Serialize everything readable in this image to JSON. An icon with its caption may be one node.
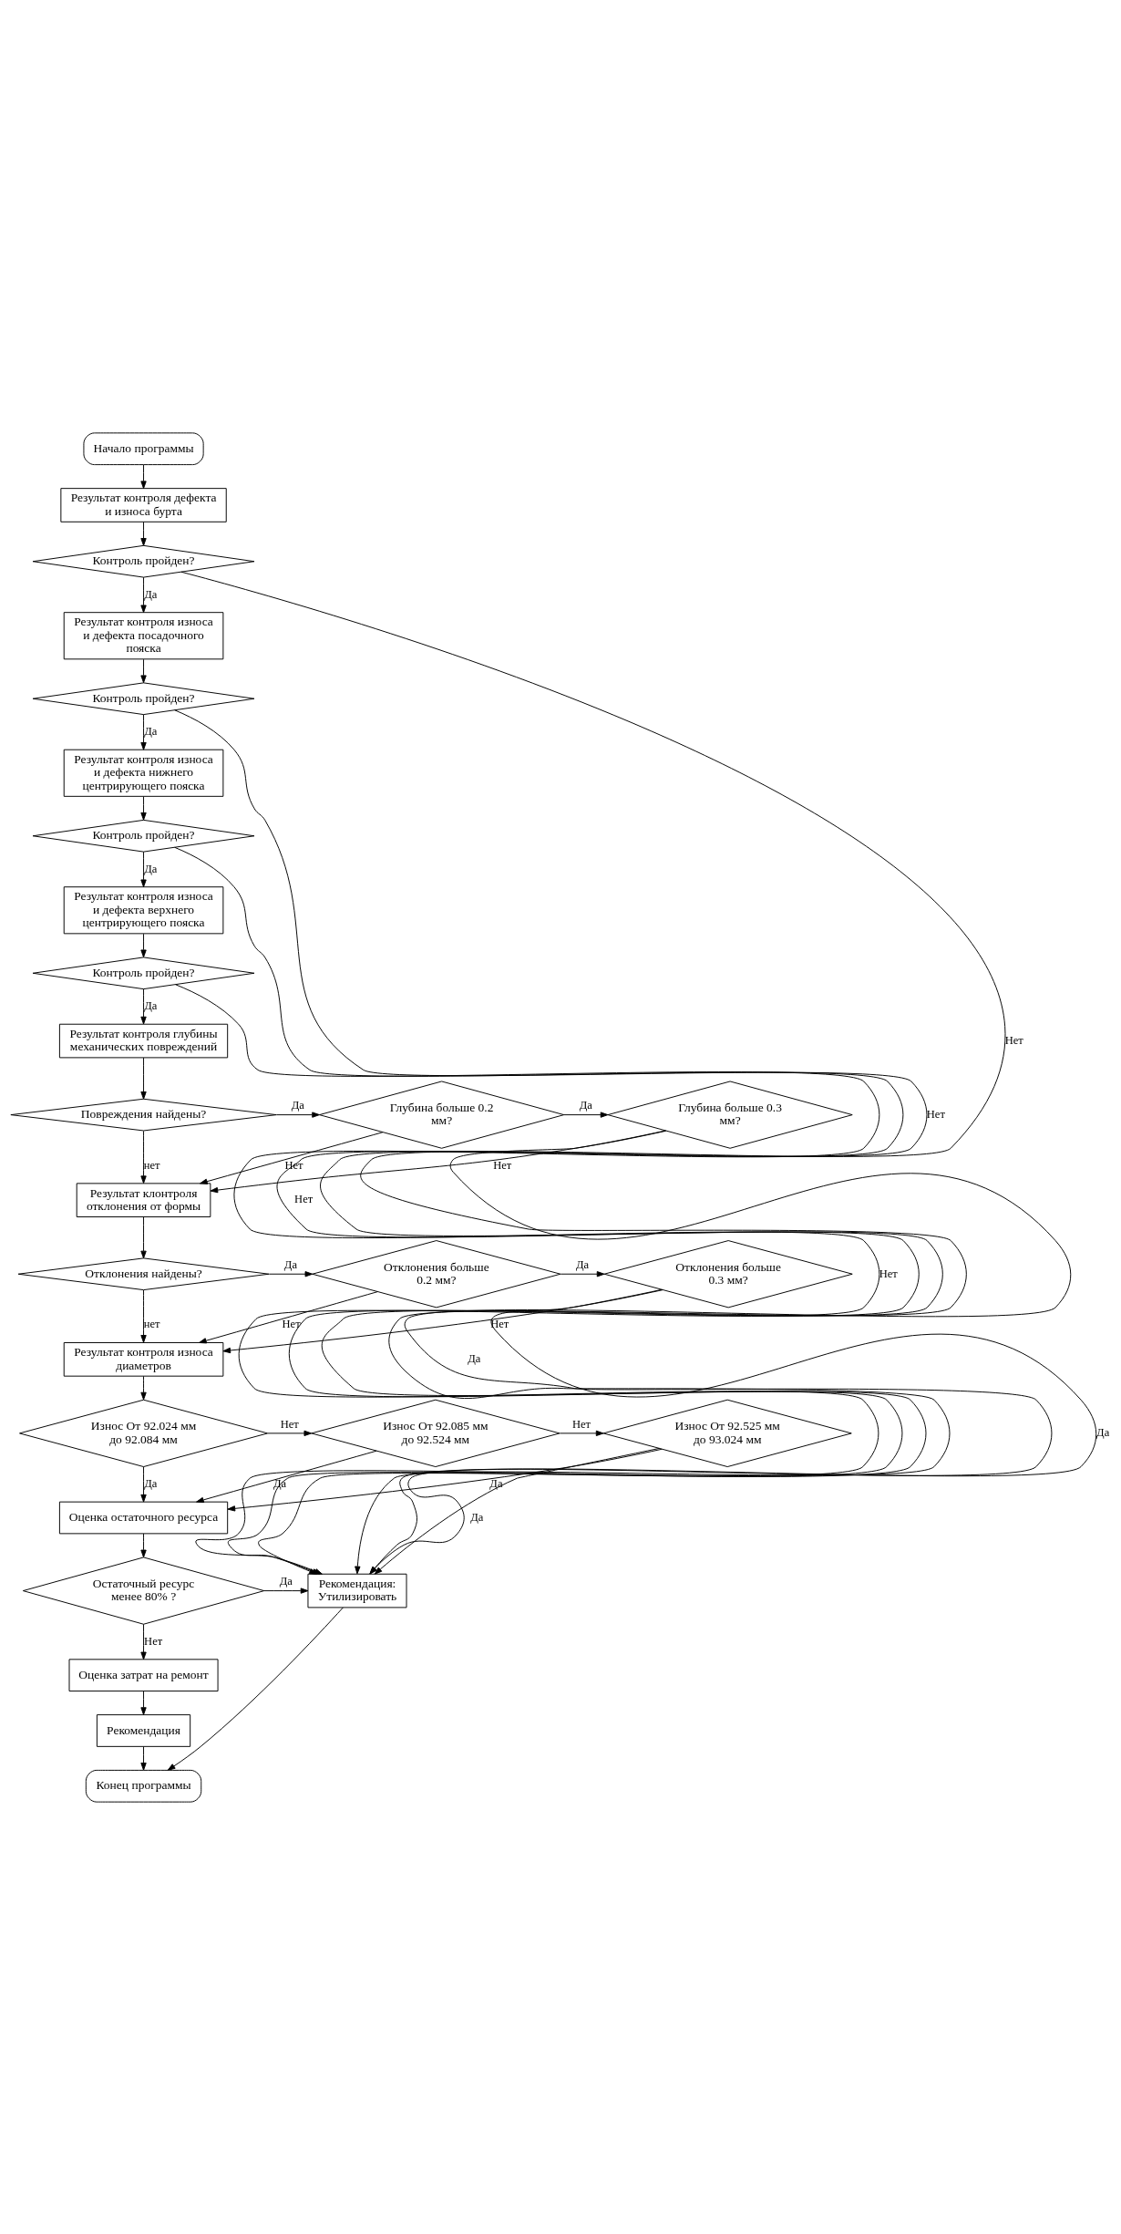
{
  "diagram": {
    "nodes": [
      {
        "text": [
          "Начало программы"
        ]
      },
      {
        "text": [
          "Результат контроля дефекта и износа бурта"
        ]
      },
      {
        "text": [
          "Контроль пройден?"
        ]
      },
      {
        "text": [
          "Результат контроля износа и дефекта посадочного пояска"
        ]
      },
      {
        "text": [
          "Контроль пройден?"
        ]
      },
      {
        "text": [
          "Результат контроля износа и дефекта нижнего центрирующего пояска"
        ]
      },
      {
        "text": [
          "Контроль пройден?"
        ]
      },
      {
        "text": [
          "Результат контроля износа и дефекта верхнего центрирующего пояска"
        ]
      },
      {
        "text": [
          "Контроль пройден?"
        ]
      },
      {
        "text": [
          "Результат контроля глубины механических повреждений"
        ]
      },
      {
        "text": [
          "Повреждения найдены?"
        ]
      },
      {
        "text": [
          "Глубина больше 0.2 мм?"
        ]
      },
      {
        "text": [
          "Глубина больше 0.3 мм?"
        ]
      },
      {
        "text": [
          "Результат клонтроля отклонения от формы"
        ]
      },
      {
        "text": [
          "Отклонения найдены?"
        ]
      },
      {
        "text": [
          "Отклонения больше 0.2 мм?"
        ]
      },
      {
        "text": [
          "Отклонения больше 0.3 мм?"
        ]
      },
      {
        "text": [
          "Результат контроля износа диаметров"
        ]
      },
      {
        "text": [
          "Износ От 92.024 мм до 92.084 мм"
        ]
      },
      {
        "text": [
          "Износ От 92.085 мм до 92.524 мм"
        ]
      },
      {
        "text": [
          "Износ От 92.525 мм до 93.024 мм"
        ]
      },
      {
        "text": [
          "Оценка остаточного ресурса"
        ]
      },
      {
        "text": [
          "Остаточный ресурс менее 80% ?"
        ]
      },
      {
        "text": [
          "Рекомендация: Утилизировать"
        ]
      },
      {
        "text": [
          "Оценка затрат на ремонт"
        ]
      },
      {
        "text": [
          "Рекомендация"
        ]
      },
      {
        "text": [
          "Конец программы"
        ]
      }
    ],
    "edges": [
      {
        "from": 0,
        "to": 1,
        "arrow": "to"
      },
      {
        "from": 1,
        "to": 2,
        "arrow": "to"
      },
      {
        "from": 2,
        "to": 3,
        "arrow": "to",
        "label": "Да"
      },
      {
        "from": 2,
        "to": 23,
        "arrow": "to",
        "label": "Нет"
      },
      {
        "from": 3,
        "to": 4,
        "arrow": "to"
      },
      {
        "from": 4,
        "to": 5,
        "arrow": "to",
        "label": "Да"
      },
      {
        "from": 4,
        "to": 23,
        "arrow": "to",
        "label": "Нет"
      },
      {
        "from": 5,
        "to": 6,
        "arrow": "to"
      },
      {
        "from": 6,
        "to": 7,
        "arrow": "to",
        "label": "Да"
      },
      {
        "from": 6,
        "to": 23,
        "arrow": "to",
        "label": "Нет"
      },
      {
        "from": 7,
        "to": 8,
        "arrow": "to"
      },
      {
        "from": 8,
        "to": 9,
        "arrow": "to",
        "label": "Да"
      },
      {
        "from": 8,
        "to": 23,
        "arrow": "to",
        "label": "Нет"
      },
      {
        "from": 9,
        "to": 10,
        "arrow": "to"
      },
      {
        "from": 10,
        "to": 11,
        "arrow": "to",
        "label": "Да"
      },
      {
        "from": 10,
        "to": 13,
        "arrow": "to",
        "label": "нет"
      },
      {
        "from": 11,
        "to": 12,
        "arrow": "to",
        "label": "Да"
      },
      {
        "from": 11,
        "to": 13,
        "arrow": "to",
        "label": "Нет"
      },
      {
        "from": 12,
        "to": 23,
        "arrow": "to",
        "label": "Да"
      },
      {
        "from": 12,
        "to": 13,
        "arrow": "to",
        "label": "Нет"
      },
      {
        "from": 13,
        "to": 14,
        "arrow": "to"
      },
      {
        "from": 14,
        "to": 15,
        "arrow": "to",
        "label": "Да"
      },
      {
        "from": 14,
        "to": 17,
        "arrow": "to",
        "label": "нет"
      },
      {
        "from": 15,
        "to": 16,
        "arrow": "to",
        "label": "Да"
      },
      {
        "from": 15,
        "to": 17,
        "arrow": "to",
        "label": "Нет"
      },
      {
        "from": 16,
        "to": 23,
        "arrow": "to",
        "label": "Да"
      },
      {
        "from": 16,
        "to": 17,
        "arrow": "to",
        "label": "Нет"
      },
      {
        "from": 17,
        "to": 18,
        "arrow": "to"
      },
      {
        "from": 18,
        "to": 19,
        "arrow": "to",
        "label": "Нет"
      },
      {
        "from": 18,
        "to": 21,
        "arrow": "to",
        "label": "Да"
      },
      {
        "from": 19,
        "to": 20,
        "arrow": "to",
        "label": "Нет"
      },
      {
        "from": 19,
        "to": 21,
        "arrow": "to",
        "label": "Да"
      },
      {
        "from": 20,
        "to": 23,
        "arrow": "to",
        "label": "Да"
      },
      {
        "from": 20,
        "to": 21,
        "arrow": "to",
        "label": "Да"
      },
      {
        "from": 21,
        "to": 22,
        "arrow": "to"
      },
      {
        "from": 22,
        "to": 23,
        "arrow": "to",
        "label": "Да"
      },
      {
        "from": 22,
        "to": 24,
        "arrow": "to",
        "label": "Нет"
      },
      {
        "from": 24,
        "to": 25,
        "arrow": "to"
      },
      {
        "from": 25,
        "to": 26,
        "arrow": "to"
      },
      {
        "from": 23,
        "to": 26,
        "arrow": "to"
      }
    ]
  }
}
